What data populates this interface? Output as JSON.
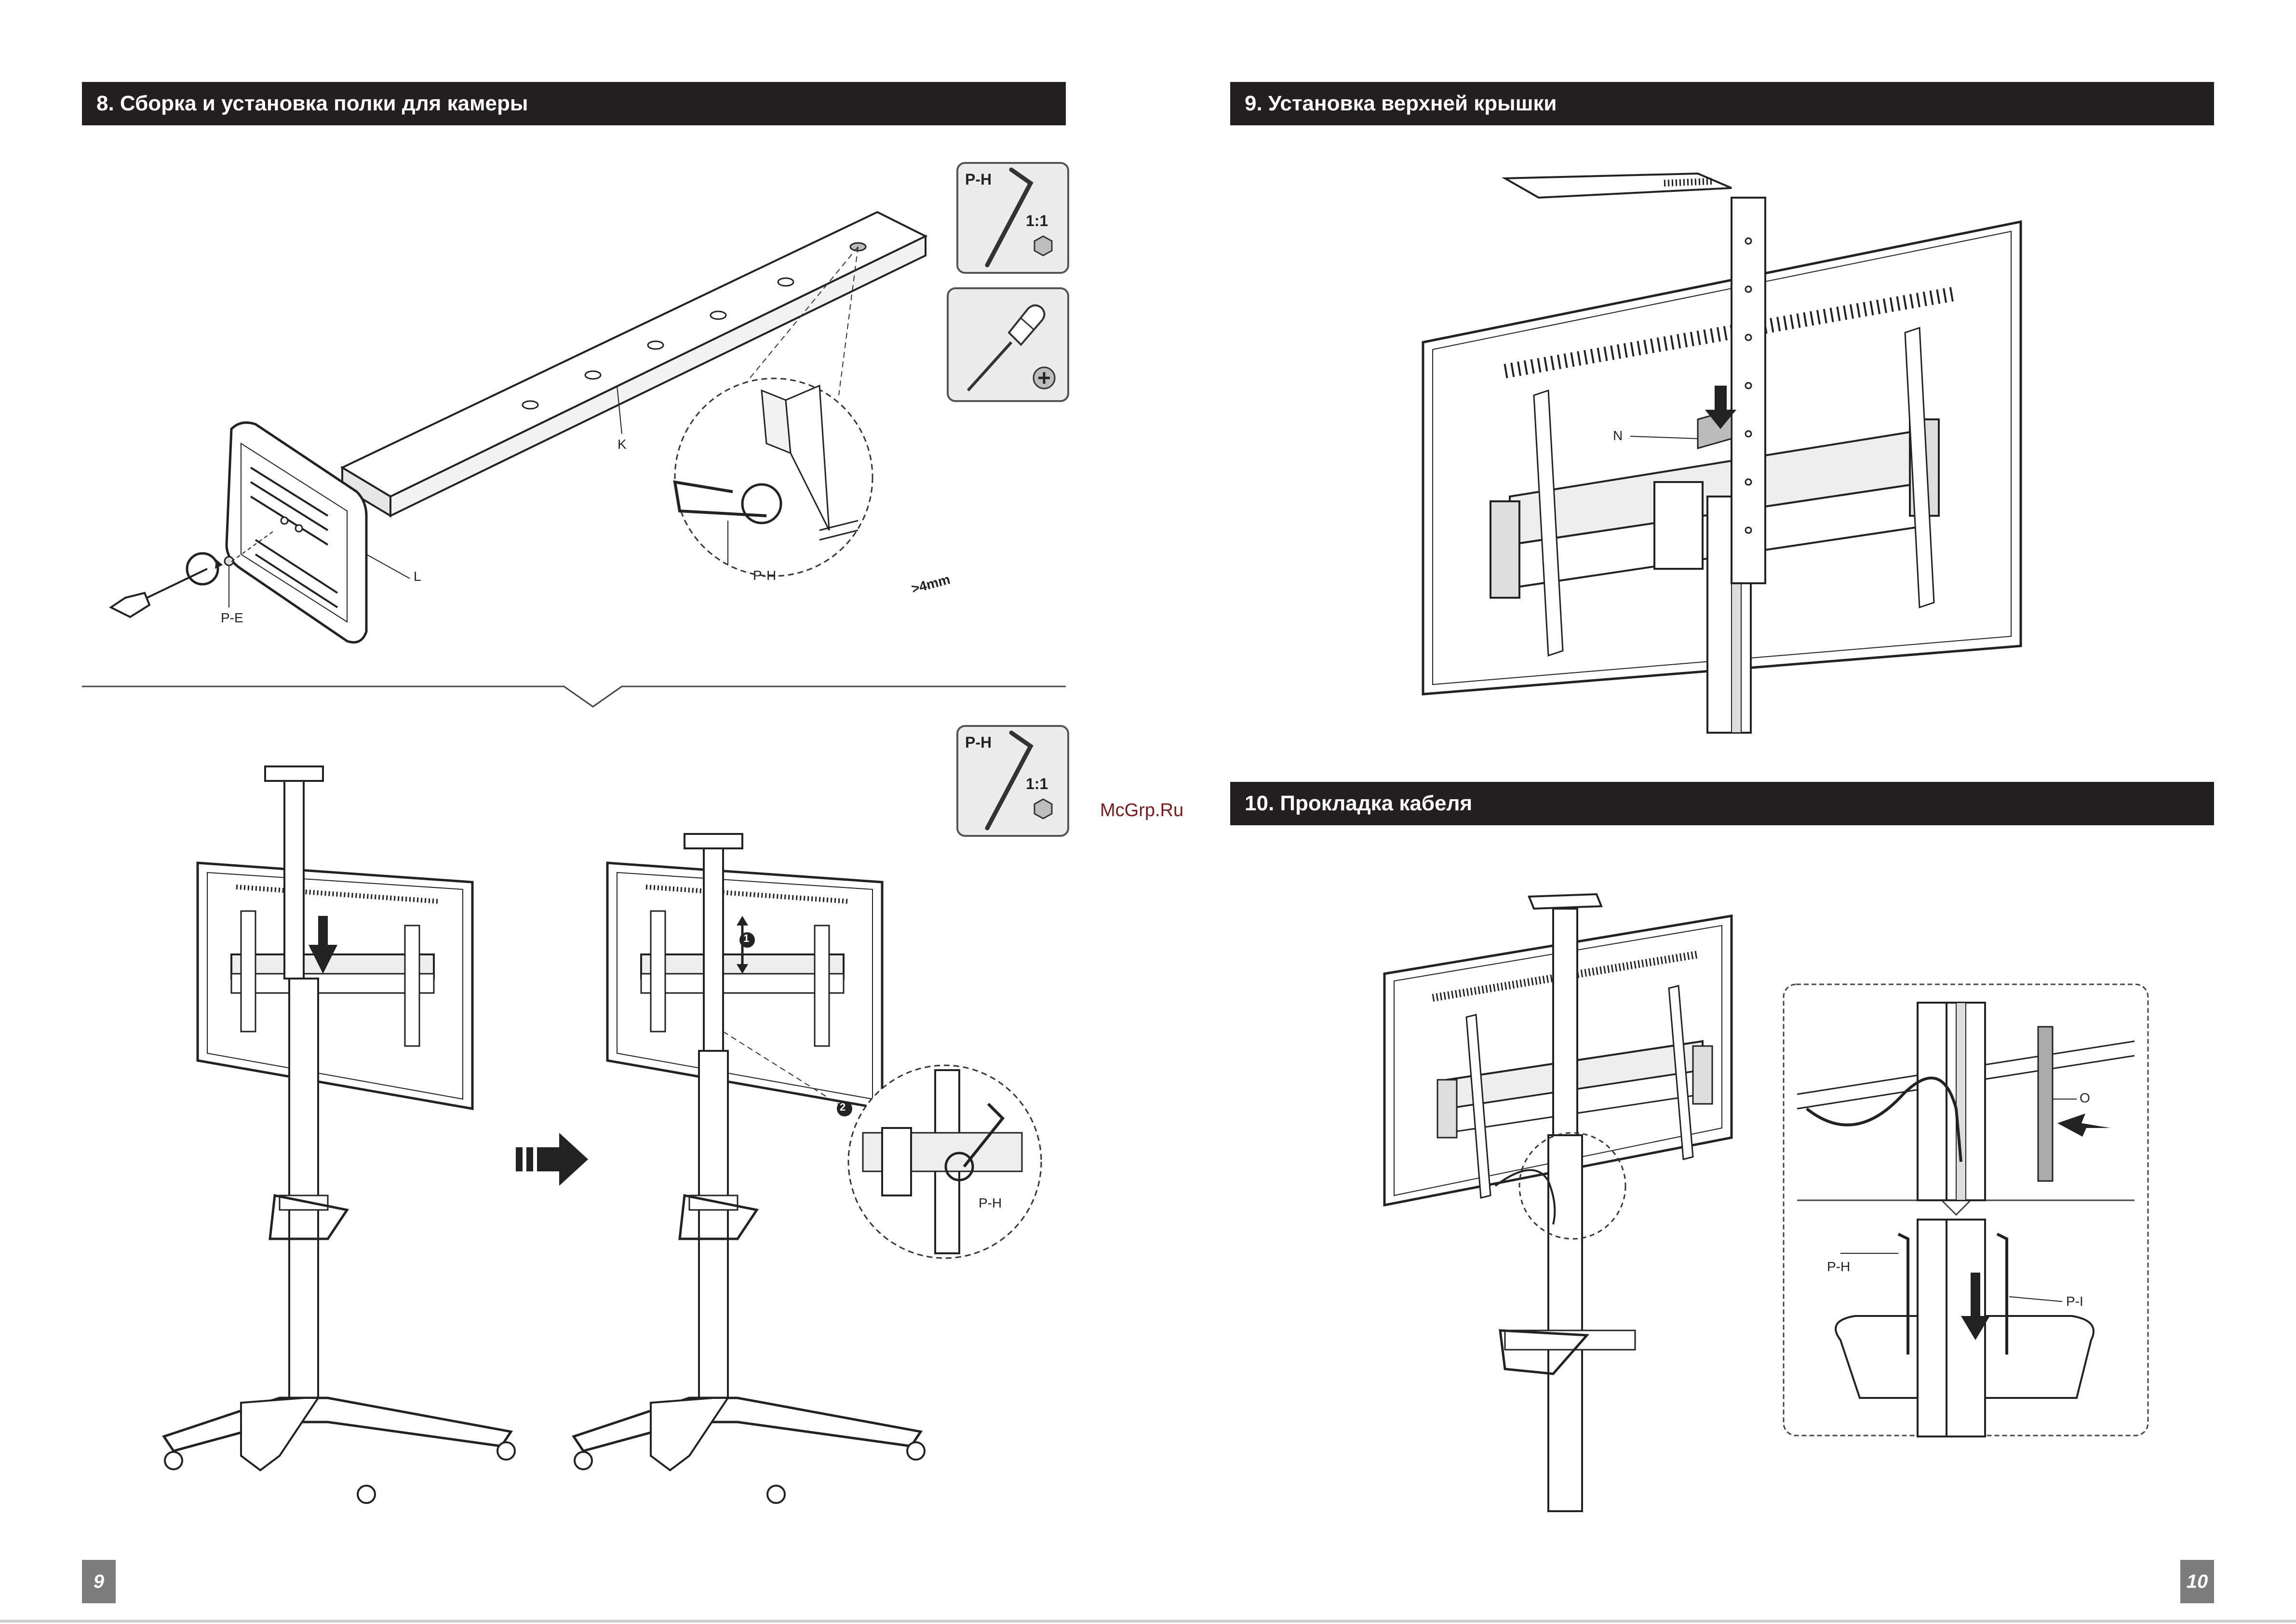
{
  "pages": {
    "left": {
      "number": "9",
      "section8": {
        "title": "8. Сборка и установка полки для камеры",
        "labels": {
          "K": "K",
          "L": "L",
          "PE": "P-E",
          "PH": "P-H",
          "gap": ">4mm"
        },
        "tools": [
          {
            "id": "P-H",
            "ratio": "1:1",
            "icon": "allen-key-icon"
          },
          {
            "id": "",
            "ratio": "",
            "icon": "phillips-screwdriver-icon"
          }
        ]
      },
      "section8b": {
        "tool": {
          "id": "P-H",
          "ratio": "1:1",
          "icon": "allen-key-icon"
        },
        "labels": {
          "PH": "P-H",
          "step1": "1",
          "step2": "2"
        }
      }
    },
    "right": {
      "number": "10",
      "section9": {
        "title": "9. Установка верхней крышки",
        "labels": {
          "N": "N"
        }
      },
      "section10": {
        "title": "10. Прокладка кабеля",
        "labels": {
          "O": "O",
          "PH": "P-H",
          "PI": "P-I"
        }
      }
    }
  },
  "watermark": "McGrp.Ru"
}
